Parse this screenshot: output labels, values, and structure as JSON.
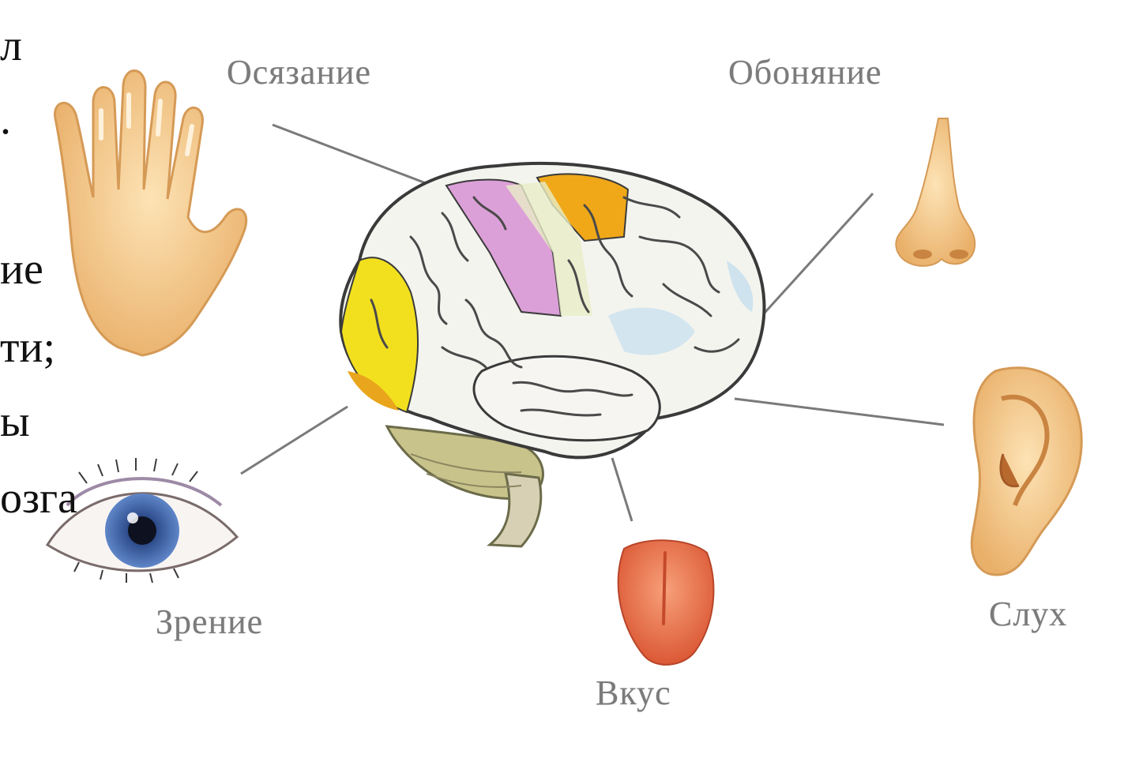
{
  "labels": {
    "touch": "Осязание",
    "smell": "Обоняние",
    "sight": "Зрение",
    "taste": "Вкус",
    "hearing": "Слух"
  },
  "side_text": [
    "л",
    ".",
    "ие",
    "ти;",
    "ы",
    "озга"
  ],
  "colors": {
    "brain_fill": "#f4f4ef",
    "occipital": "#f2e01e",
    "sensory_strip": "#dca0d8",
    "taste_area": "#f0a818",
    "frontal_hint": "#cfe3ee",
    "cerebellum": "#c8c38a",
    "skin": "#f3cc90",
    "tongue": "#e86c4a",
    "iris": "#3f63a6",
    "pointer_line": "#7a7a7a",
    "label_text": "#7b7b7b"
  },
  "icons": [
    "hand-icon",
    "eye-icon",
    "tongue-icon",
    "nose-icon",
    "ear-icon",
    "brain-illustration"
  ]
}
